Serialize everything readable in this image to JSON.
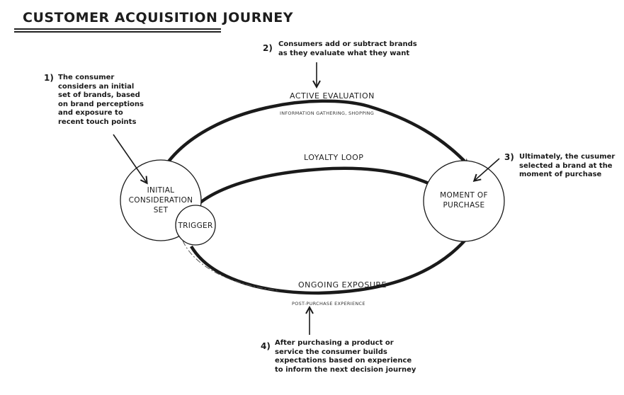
{
  "title": "CUSTOMER ACQUISITION JOURNEY",
  "nodes": {
    "initial": "INITIAL CONSIDERATION SET",
    "initial_lines": [
      "INITIAL",
      "CONSIDERATION",
      "SET"
    ],
    "trigger": "TRIGGER",
    "purchase_lines": [
      "MOMENT OF",
      "PURCHASE"
    ]
  },
  "paths": {
    "active": {
      "label": "ACTIVE EVALUATION",
      "sub": "INFORMATION GATHERING, SHOPPING"
    },
    "loyalty": {
      "label": "LOYALTY LOOP"
    },
    "ongoing": {
      "label": "ONGOING EXPOSURE",
      "sub": "POST-PURCHASE EXPERIENCE"
    }
  },
  "notes": [
    {
      "num": "1)",
      "lines": [
        "The consumer",
        "considers an initial",
        "set of brands, based",
        "on brand perceptions",
        "and exposure to",
        "recent touch points"
      ]
    },
    {
      "num": "2)",
      "lines": [
        "Consumers add or subtract brands",
        "as they evaluate what they want"
      ]
    },
    {
      "num": "3)",
      "lines": [
        "Ultimately, the cusumer",
        "selected a brand at the",
        "moment of purchase"
      ]
    },
    {
      "num": "4)",
      "lines": [
        "After purchasing a product or",
        "service the consumer builds",
        "expectations based on experience",
        "to inform the next decision journey"
      ]
    }
  ]
}
